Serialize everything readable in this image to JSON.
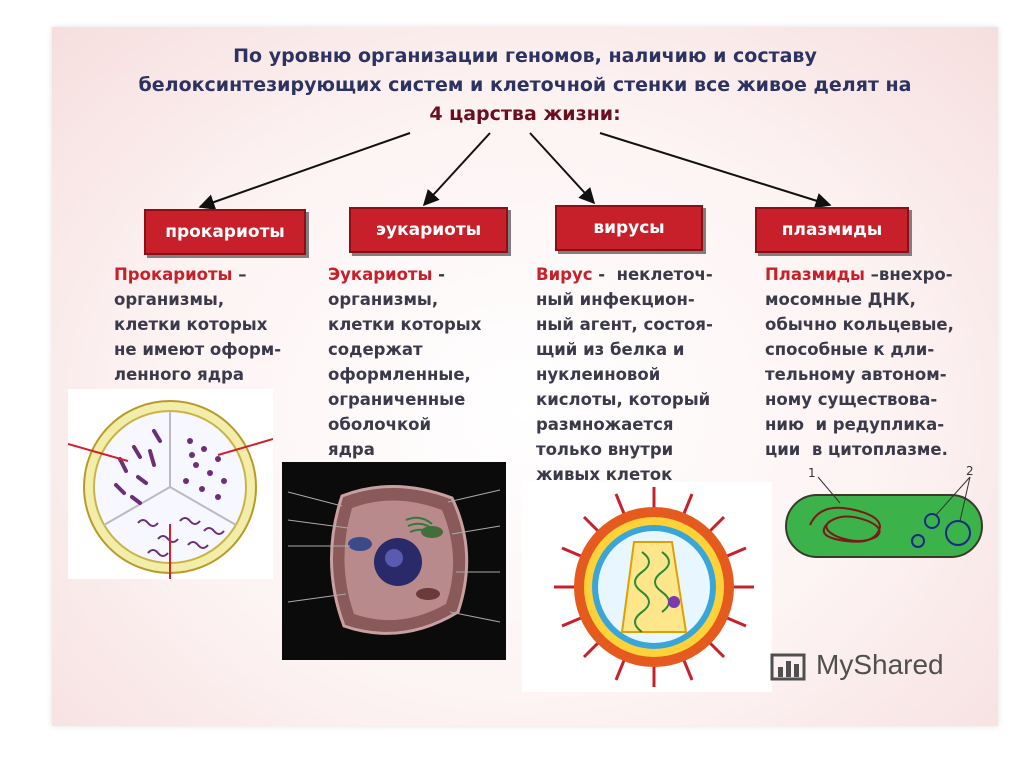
{
  "title": {
    "line1": "По уровню организации геномов, наличию и составу",
    "line2": "белоксинтезирующих систем и клеточной стенки все живое делят на",
    "line3": "4 царства жизни:"
  },
  "categories": [
    {
      "label": "прокариоты",
      "term": "Прокариоты",
      "desc": " –\nорганизмы,\nклетки которых\nне имеют оформ-\nленного ядра"
    },
    {
      "label": "эукариоты",
      "term": "Эукариоты",
      "desc": " -\nорганизмы,\nклетки которых\nсодержат\nоформленные,\nограниченные\nоболочкой\nядра"
    },
    {
      "label": "вирусы",
      "term": "Вирус",
      "desc": " -  неклеточ-\nный инфекцион-\nный агент, состоя-\nщий из белка и\nнуклеиновой\nкислоты, который\nразмножается\nтолько внутри\nживых клеток"
    },
    {
      "label": "плазмиды",
      "term": "Плазмиды",
      "desc": " –внехро-\nмосомные ДНК,\nобычно кольцевые,\nспособные к дли-\nтельному автоном-\nному существова-\nнию  и редуплика-\nции  в цитоплазме."
    }
  ],
  "plasmid_labels": [
    "1",
    "2"
  ],
  "watermark": "MyShared",
  "colors": {
    "accent": "#c8202a",
    "title": "#2c3360",
    "text": "#3a3a4a"
  }
}
